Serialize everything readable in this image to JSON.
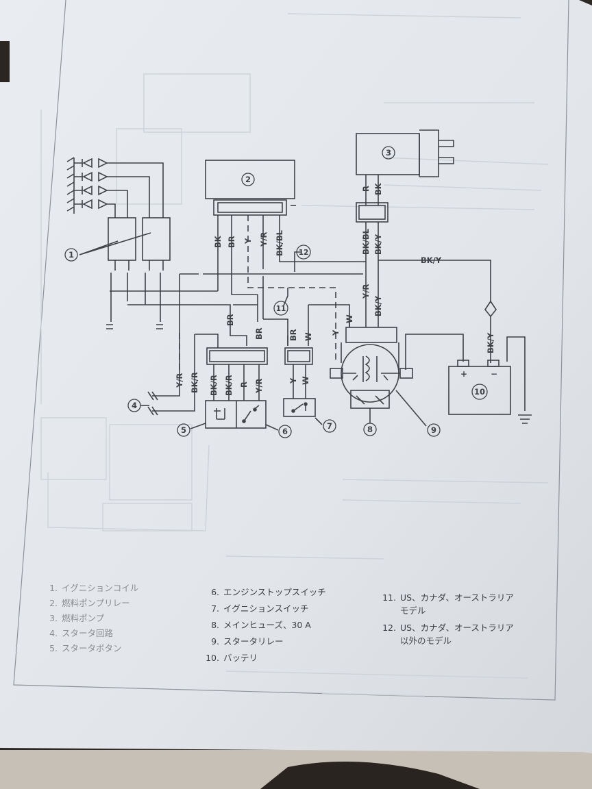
{
  "diagram": {
    "component_numbers": [
      "1",
      "2",
      "3",
      "4",
      "5",
      "6",
      "7",
      "8",
      "9",
      "10",
      "11",
      "12"
    ],
    "wire_labels": {
      "bk": "BK",
      "br": "BR",
      "y": "Y",
      "w": "W",
      "r": "R",
      "y_r": "Y/R",
      "bk_bl": "BK/BL",
      "bk_y": "BK/Y",
      "bk_r": "BK/R"
    },
    "battery_plus": "+",
    "battery_minus": "−"
  },
  "legend": {
    "col1": [
      {
        "num": "1.",
        "text": "イグニションコイル"
      },
      {
        "num": "2.",
        "text": "燃料ポンプリレー"
      },
      {
        "num": "3.",
        "text": "燃料ポンプ"
      },
      {
        "num": "4.",
        "text": "スタータ回路"
      },
      {
        "num": "5.",
        "text": "スタータボタン"
      }
    ],
    "col2": [
      {
        "num": "6.",
        "text": "エンジンストップスイッチ"
      },
      {
        "num": "7.",
        "text": "イグニションスイッチ"
      },
      {
        "num": "8.",
        "text": "メインヒューズ、30 A"
      },
      {
        "num": "9.",
        "text": "スタータリレー"
      },
      {
        "num": "10.",
        "text": "バッテリ"
      }
    ],
    "col3": [
      {
        "num": "11.",
        "text": "US、カナダ、オーストラリア",
        "cont": "モデル"
      },
      {
        "num": "12.",
        "text": "US、カナダ、オーストラリア",
        "cont": "以外のモデル"
      }
    ]
  },
  "colors": {
    "ink": "#3e4247",
    "paper": "#e6eaee",
    "ghost": "#c9ced4"
  }
}
